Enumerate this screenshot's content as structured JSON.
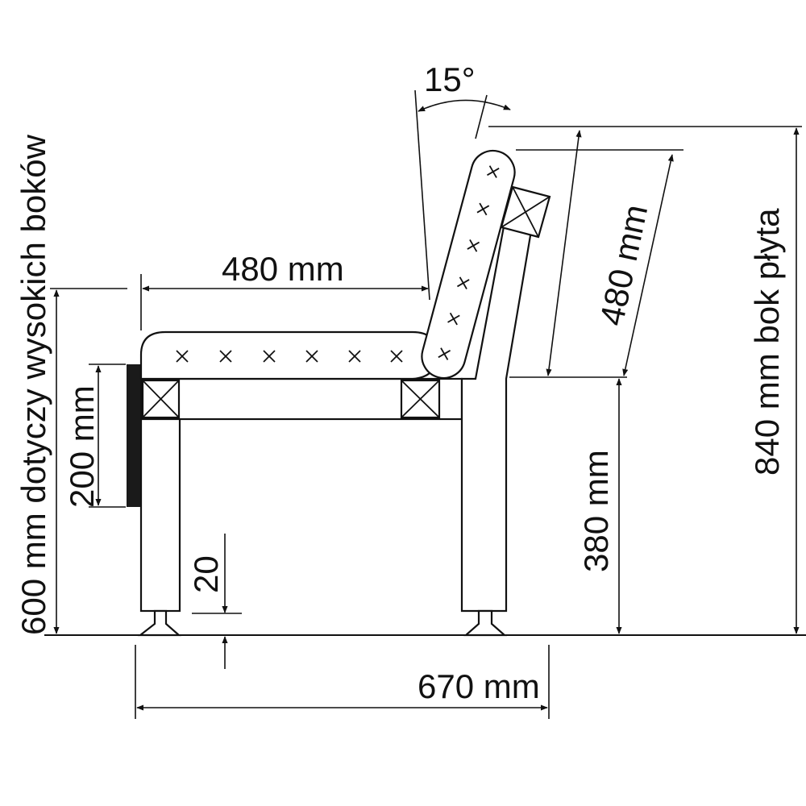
{
  "diagram": {
    "colors": {
      "line": "#111111",
      "background": "#ffffff",
      "side_panel": "#1a1a1a"
    },
    "labels": {
      "angle": "15°",
      "seat_depth": "480 mm",
      "backrest_height": "480 mm",
      "total_height": "840 mm bok płyta",
      "seat_height": "380 mm",
      "high_sides_height": "600 mm dotyczy wysokich boków",
      "side_panel_height": "200 mm",
      "foot_height": "20",
      "total_depth": "670 mm"
    }
  }
}
